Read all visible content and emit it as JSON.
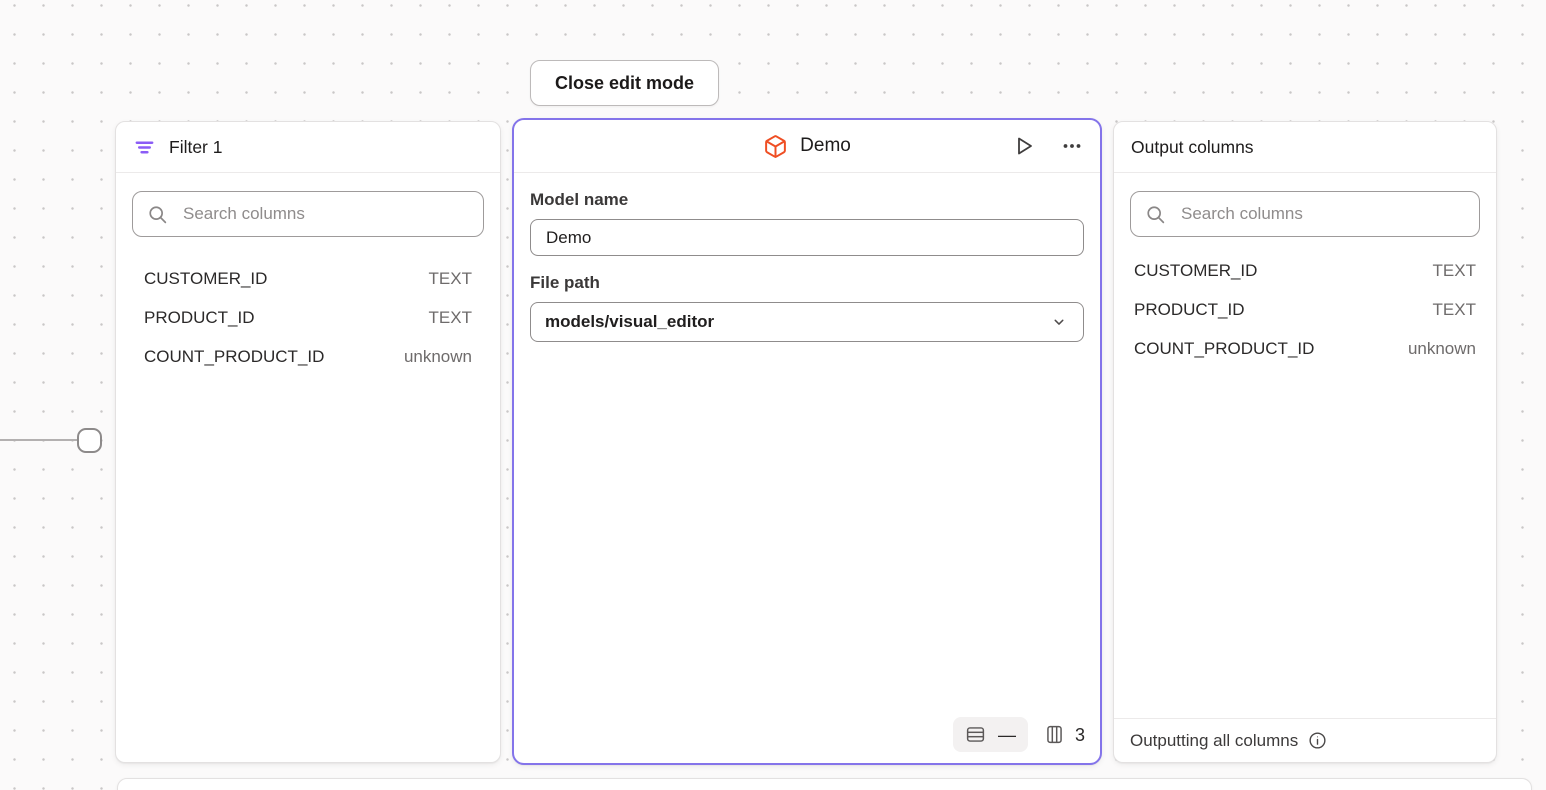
{
  "toolbar": {
    "close_button_label": "Close edit mode"
  },
  "filter_node": {
    "title": "Filter 1",
    "search_placeholder": "Search columns",
    "columns": [
      {
        "name": "CUSTOMER_ID",
        "type": "TEXT"
      },
      {
        "name": "PRODUCT_ID",
        "type": "TEXT"
      },
      {
        "name": "COUNT_PRODUCT_ID",
        "type": "unknown"
      }
    ]
  },
  "model_node": {
    "title": "Demo",
    "fields": {
      "model_name_label": "Model name",
      "model_name_value": "Demo",
      "file_path_label": "File path",
      "file_path_value": "models/visual_editor"
    },
    "stats": {
      "row_count": "—",
      "column_count": "3"
    }
  },
  "output_node": {
    "title": "Output columns",
    "search_placeholder": "Search columns",
    "columns": [
      {
        "name": "CUSTOMER_ID",
        "type": "TEXT"
      },
      {
        "name": "PRODUCT_ID",
        "type": "TEXT"
      },
      {
        "name": "COUNT_PRODUCT_ID",
        "type": "unknown"
      }
    ],
    "footer_text": "Outputting all columns"
  },
  "colors": {
    "accent_purple": "#8474ea",
    "filter_icon_purple": "#8b5cf6",
    "model_icon_orange": "#ef4e23"
  },
  "icons": {
    "filter-icon": "three shrinking horizontal purple lines",
    "search-icon": "magnifying glass",
    "cube-icon": "orange 3d box outline",
    "play-icon": "outlined triangle",
    "more-icon": "horizontal ellipsis",
    "table-rows-icon": "rect with horizontal dividers",
    "table-columns-icon": "rect with vertical dividers",
    "chevron-down-icon": "down chevron",
    "info-icon": "circled i"
  }
}
